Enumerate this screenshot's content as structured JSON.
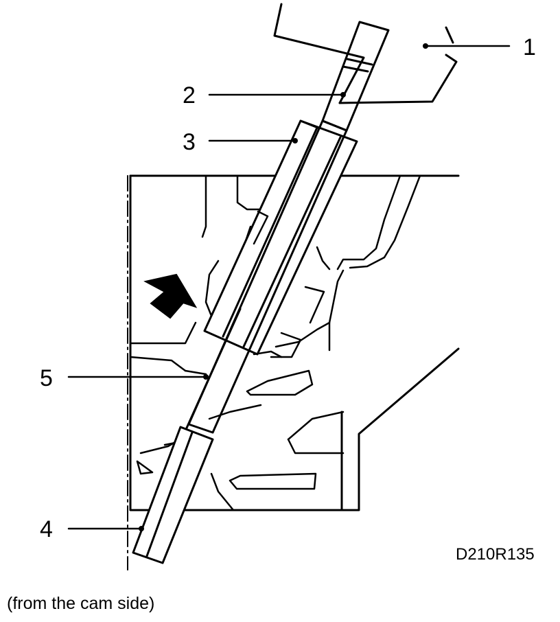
{
  "callouts": [
    {
      "id": "1",
      "label": "1"
    },
    {
      "id": "2",
      "label": "2"
    },
    {
      "id": "3",
      "label": "3"
    },
    {
      "id": "4",
      "label": "4"
    },
    {
      "id": "5",
      "label": "5"
    }
  ],
  "figure_code": "D210R135",
  "caption": "(from the cam side)",
  "colors": {
    "line": "#000000",
    "background": "#ffffff"
  }
}
